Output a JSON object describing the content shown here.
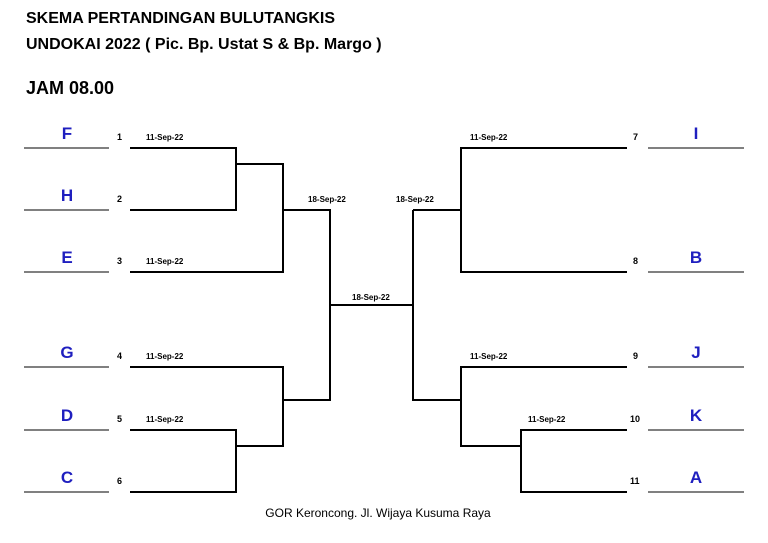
{
  "header": {
    "title_line1": "SKEMA PERTANDINGAN BULUTANGKIS",
    "title_line2": "UNDOKAI 2022 ( Pic. Bp. Ustat S & Bp. Margo )",
    "time": "JAM 08.00"
  },
  "colors": {
    "team": "#1f1fbf",
    "line": "#000000"
  },
  "bracket": {
    "left_slots": [
      {
        "number": "1",
        "team": "F",
        "date": "11-Sep-22"
      },
      {
        "number": "2",
        "team": "H",
        "date": ""
      },
      {
        "number": "3",
        "team": "E",
        "date": "11-Sep-22"
      },
      {
        "number": "4",
        "team": "G",
        "date": "11-Sep-22"
      },
      {
        "number": "5",
        "team": "D",
        "date": "11-Sep-22"
      },
      {
        "number": "6",
        "team": "C",
        "date": ""
      }
    ],
    "right_slots": [
      {
        "number": "7",
        "team": "I",
        "date": "11-Sep-22"
      },
      {
        "number": "8",
        "team": "B",
        "date": ""
      },
      {
        "number": "9",
        "team": "J",
        "date": "11-Sep-22"
      },
      {
        "number": "10",
        "team": "K",
        "date": "11-Sep-22"
      },
      {
        "number": "11",
        "team": "A",
        "date": ""
      }
    ],
    "round2_dates": {
      "left": "18-Sep-22",
      "right": "18-Sep-22"
    },
    "final_date": "18-Sep-22"
  },
  "footer": "GOR Keroncong. Jl. Wijaya Kusuma Raya"
}
